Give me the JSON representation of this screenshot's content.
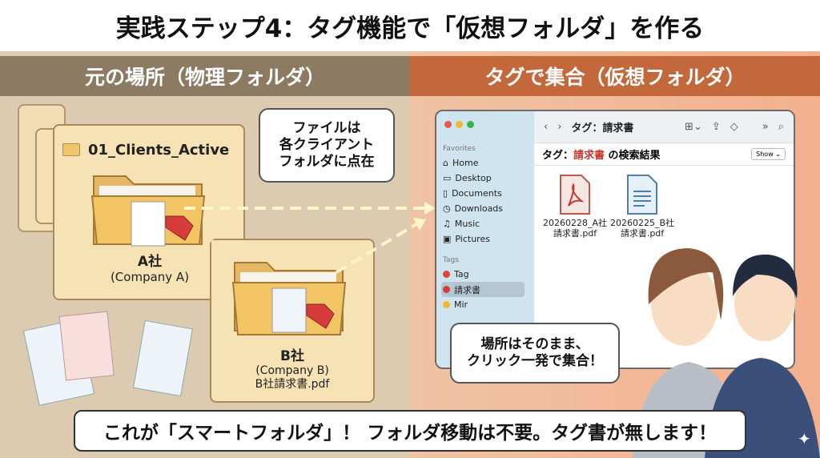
{
  "title": "実践ステップ4：タグ機能で「仮想フォルダ」を作る",
  "left": {
    "header": "元の場所（物理フォルダ）",
    "root_folder": "01_Clients_Active",
    "folder_a": {
      "name": "A社",
      "sub": "(Company A)"
    },
    "folder_b": {
      "name": "B社",
      "sub": "(Company B)",
      "file": "B社請求書.pdf"
    },
    "bubble": [
      "ファイルは",
      "各クライアント",
      "フォルダに点在"
    ]
  },
  "right": {
    "header": "タグで集合（仮想フォルダ）",
    "finder": {
      "toolbar_title": "タグ：請求書",
      "result_prefix": "タグ：",
      "result_tag": "請求書",
      "result_suffix": " の検索結果",
      "sort_label": "Show",
      "favorites_label": "Favorites",
      "favorites": [
        "Home",
        "Desktop",
        "Documents",
        "Downloads",
        "Music",
        "Pictures"
      ],
      "tags_label": "Tags",
      "tags": [
        {
          "name": "Tag",
          "color": "#e0453a"
        },
        {
          "name": "請求書",
          "color": "#d93a3a"
        },
        {
          "name": "Mir",
          "color": "#f2b632"
        }
      ],
      "files": [
        "20260228_A社\n請求書.pdf",
        "20260225_B社\n請求書.pdf"
      ]
    },
    "bubble": [
      "場所はそのまま、",
      "クリック一発で集合！"
    ]
  },
  "banner": "これが「スマートフォルダ」！ フォルダ移動は不要。タグ書が無します！"
}
